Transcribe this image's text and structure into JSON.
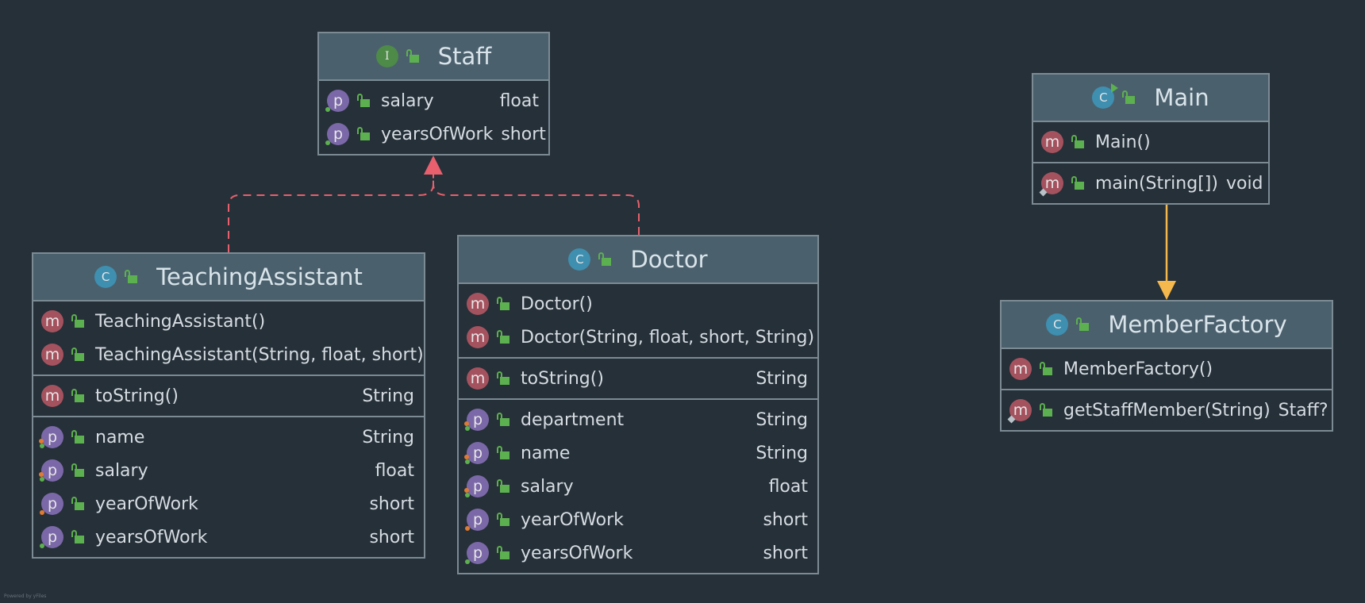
{
  "colors": {
    "background": "#263038",
    "header": "#4b606d",
    "border": "#7c8a94",
    "implements_edge": "#e8606d",
    "dependency_edge": "#f5b84d",
    "method_badge": "#a5525f",
    "property_badge": "#7b68a8",
    "class_badge": "#3e8fb0",
    "interface_badge": "#4e8a48"
  },
  "classes": {
    "staff": {
      "kind": "interface",
      "badge": "I",
      "name": "Staff",
      "sections": [
        [
          {
            "kind": "p",
            "badge": "p",
            "name": "salary",
            "type": "float",
            "marker": "green"
          },
          {
            "kind": "p",
            "badge": "p",
            "name": "yearsOfWork",
            "type": "short",
            "marker": "green"
          }
        ]
      ]
    },
    "teaching_assistant": {
      "kind": "class",
      "badge": "C",
      "name": "TeachingAssistant",
      "sections": [
        [
          {
            "kind": "m",
            "badge": "m",
            "name": "TeachingAssistant()",
            "type": ""
          },
          {
            "kind": "m",
            "badge": "m",
            "name": "TeachingAssistant(String, float, short)",
            "type": ""
          }
        ],
        [
          {
            "kind": "m",
            "badge": "m",
            "name": "toString()",
            "type": "String"
          }
        ],
        [
          {
            "kind": "p",
            "badge": "p",
            "name": "name",
            "type": "String",
            "marker": "orange-green"
          },
          {
            "kind": "p",
            "badge": "p",
            "name": "salary",
            "type": "float",
            "marker": "orange-green"
          },
          {
            "kind": "p",
            "badge": "p",
            "name": "yearOfWork",
            "type": "short",
            "marker": "orange"
          },
          {
            "kind": "p",
            "badge": "p",
            "name": "yearsOfWork",
            "type": "short",
            "marker": "green"
          }
        ]
      ]
    },
    "doctor": {
      "kind": "class",
      "badge": "C",
      "name": "Doctor",
      "sections": [
        [
          {
            "kind": "m",
            "badge": "m",
            "name": "Doctor()",
            "type": ""
          },
          {
            "kind": "m",
            "badge": "m",
            "name": "Doctor(String, float, short, String)",
            "type": ""
          }
        ],
        [
          {
            "kind": "m",
            "badge": "m",
            "name": "toString()",
            "type": "String"
          }
        ],
        [
          {
            "kind": "p",
            "badge": "p",
            "name": "department",
            "type": "String",
            "marker": "orange-green"
          },
          {
            "kind": "p",
            "badge": "p",
            "name": "name",
            "type": "String",
            "marker": "orange-green"
          },
          {
            "kind": "p",
            "badge": "p",
            "name": "salary",
            "type": "float",
            "marker": "orange-green"
          },
          {
            "kind": "p",
            "badge": "p",
            "name": "yearOfWork",
            "type": "short",
            "marker": "orange"
          },
          {
            "kind": "p",
            "badge": "p",
            "name": "yearsOfWork",
            "type": "short",
            "marker": "green"
          }
        ]
      ]
    },
    "main": {
      "kind": "class",
      "badge": "C",
      "name": "Main",
      "runnable": true,
      "sections": [
        [
          {
            "kind": "m",
            "badge": "m",
            "name": "Main()",
            "type": ""
          }
        ],
        [
          {
            "kind": "m",
            "badge": "m",
            "name": "main(String[])",
            "type": "void",
            "marker": "diamond"
          }
        ]
      ]
    },
    "member_factory": {
      "kind": "class",
      "badge": "C",
      "name": "MemberFactory",
      "sections": [
        [
          {
            "kind": "m",
            "badge": "m",
            "name": "MemberFactory()",
            "type": ""
          }
        ],
        [
          {
            "kind": "m",
            "badge": "m",
            "name": "getStaffMember(String)",
            "type": "Staff?",
            "marker": "diamond"
          }
        ]
      ]
    }
  },
  "edges": [
    {
      "from": "teaching_assistant",
      "to": "staff",
      "kind": "implements"
    },
    {
      "from": "doctor",
      "to": "staff",
      "kind": "implements"
    },
    {
      "from": "main",
      "to": "member_factory",
      "kind": "dependency"
    }
  ],
  "footer": {
    "credit": "Powered by yFiles"
  }
}
